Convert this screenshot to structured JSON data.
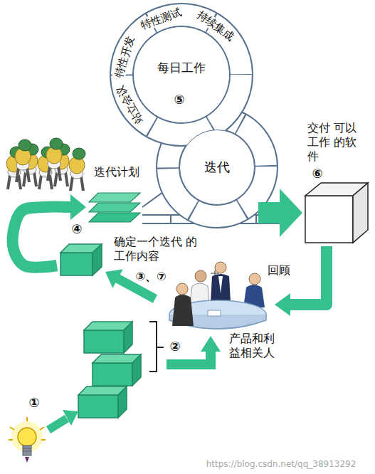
{
  "diagram": {
    "nodes": [
      {
        "text": [
          "每日工作"
        ]
      },
      {
        "text": [
          "迭代"
        ]
      },
      {
        "text": [
          "交付 可以工作 的软件"
        ]
      },
      {
        "text": [
          "迭代计划"
        ]
      },
      {
        "text": [
          "确定一个迭代 的工作内容"
        ]
      },
      {
        "text": [
          "产品和利 益相关人"
        ]
      }
    ],
    "edges": [
      {
        "from": 1,
        "to": 2,
        "arrow": "to"
      },
      {
        "from": 2,
        "to": 5,
        "arrow": "to",
        "label": "回顾"
      },
      {
        "from": 5,
        "to": 4,
        "arrow": "to"
      },
      {
        "from": 4,
        "to": 3,
        "arrow": "to"
      },
      {
        "from": 3,
        "to": 1,
        "arrow": "none"
      }
    ],
    "labels": [
      "特性开发",
      "特性测试",
      "持续集成",
      "站立会议",
      "⑤",
      "④",
      "⑥",
      "③、⑦",
      "②",
      "①",
      "https://blog.csdn.net/qq_38913292"
    ]
  }
}
